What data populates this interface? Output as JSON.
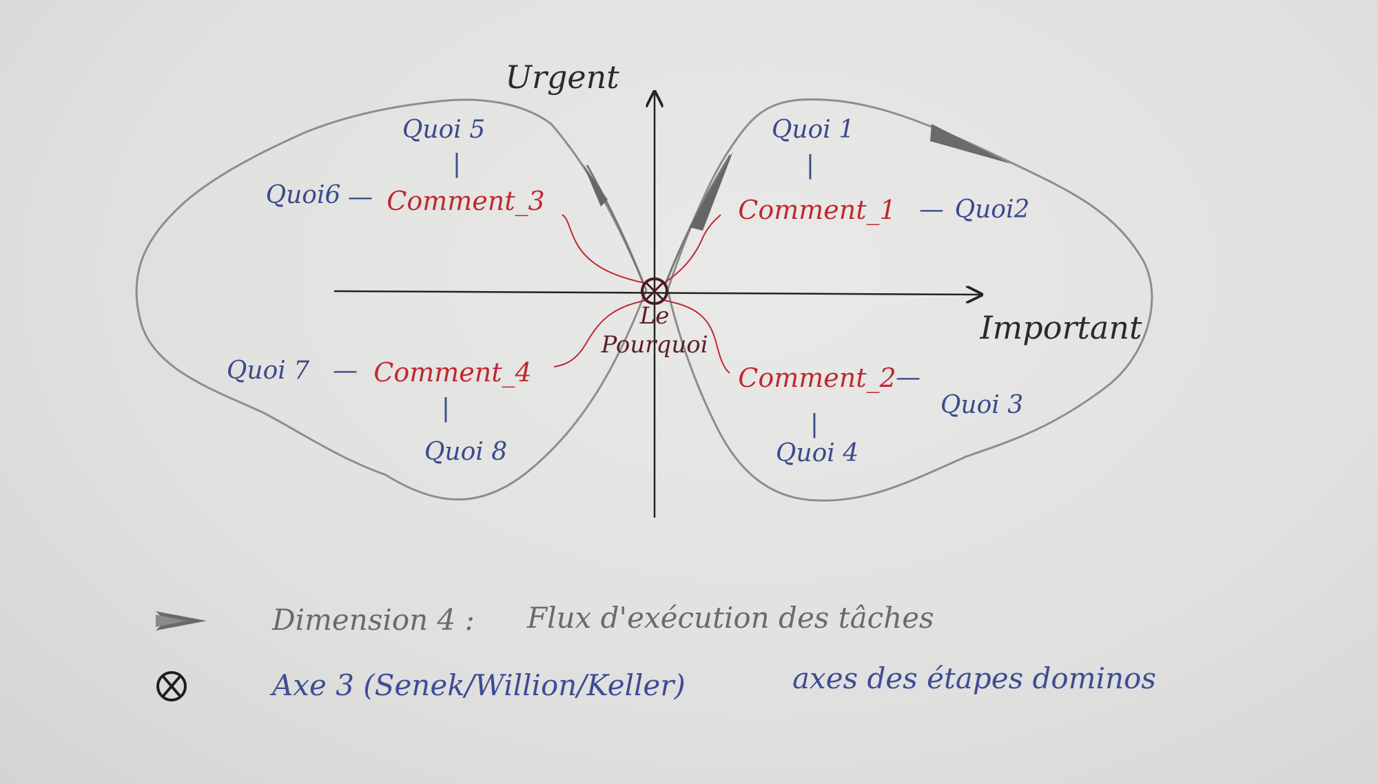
{
  "axes": {
    "vertical": "Urgent",
    "horizontal": "Important"
  },
  "center": {
    "line1": "Le",
    "line2": "Pourquoi"
  },
  "nodes": {
    "quoi1": "Quoi 1",
    "quoi2": "Quoi2",
    "quoi3": "Quoi 3",
    "quoi4": "Quoi 4",
    "quoi5": "Quoi 5",
    "quoi6": "Quoi6",
    "quoi7": "Quoi 7",
    "quoi8": "Quoi 8",
    "comment1": "Comment_1",
    "comment2": "Comment_2",
    "comment3": "Comment_3",
    "comment4": "Comment_4",
    "dash": "—",
    "bar": "|"
  },
  "legend": [
    {
      "icon": "double-arrow-icon",
      "label": "Dimension 4 :",
      "text": "Flux d'exécution des tâches"
    },
    {
      "icon": "circled-x-icon",
      "label": "Axe 3 (Senek/Willion/Keller)",
      "text": "axes des étapes dominos"
    }
  ],
  "colors": {
    "pencil": "#8a8a8a",
    "blue": "#3a4a8c",
    "red": "#c0282e",
    "ink": "#2a2a2a"
  }
}
